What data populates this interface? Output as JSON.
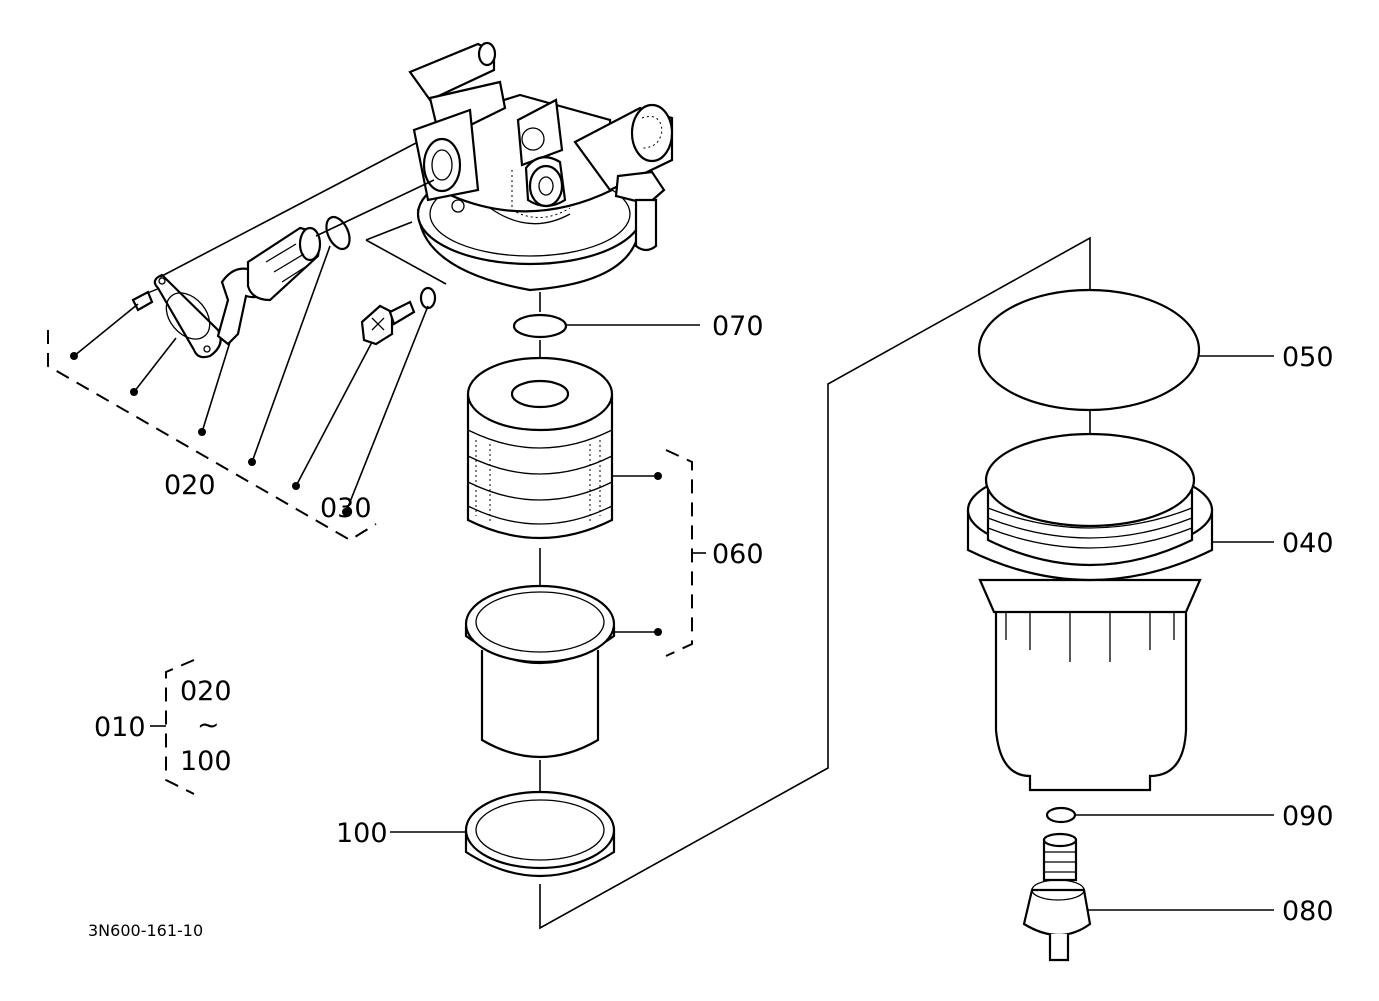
{
  "diagram": {
    "document_code": "3N600-161-10",
    "callouts": {
      "c010": "010",
      "c020": "020",
      "c030": "030",
      "c040": "040",
      "c050": "050",
      "c060": "060",
      "c070": "070",
      "c080": "080",
      "c090": "090",
      "c100": "100"
    },
    "assembly_range": {
      "from": "020",
      "tilde": "~",
      "to": "100"
    }
  }
}
